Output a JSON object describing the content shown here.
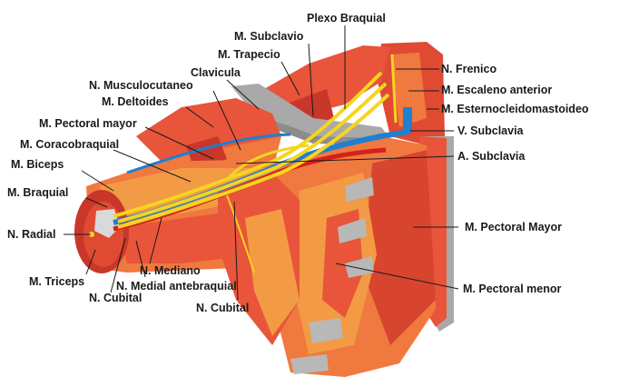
{
  "labels": {
    "plexo_braquial": "Plexo Braquial",
    "m_subclavio": "M. Subclavio",
    "m_trapecio": "M. Trapecio",
    "clavicula": "Clavicula",
    "n_musculocutaneo": "N. Musculocutaneo",
    "m_deltoides": "M. Deltoides",
    "m_pectoral_mayor_left": "M. Pectoral mayor",
    "m_coracobraquial": "M. Coracobraquial",
    "m_biceps": "M. Biceps",
    "m_braquial": "M. Braquial",
    "n_radial": "N. Radial",
    "m_triceps": "M. Triceps",
    "n_cubital_left": "N. Cubital",
    "n_mediano": "N. Mediano",
    "n_medial_antebraquial": "N. Medial antebraquial",
    "n_cubital_bottom": "N. Cubital",
    "n_frenico": "N. Frenico",
    "m_escaleno_anterior": "M. Escaleno anterior",
    "m_esternocleidomastoideo": "M. Esternocleidomastoideo",
    "v_subclavia": "V. Subclavia",
    "a_subclavia": "A. Subclavia",
    "m_pectoral_mayor_right": "M. Pectoral Mayor",
    "m_pectoral_menor": "M. Pectoral menor"
  },
  "colors": {
    "muscle_dark": "#c8372a",
    "muscle": "#e8553a",
    "muscle_light": "#f0793f",
    "muscle_orange": "#f39a45",
    "nerve": "#f5d520",
    "vein": "#1f7fd0",
    "artery": "#d4201c",
    "bone": "#a9a9a9",
    "tendon": "#cfcfcf"
  }
}
